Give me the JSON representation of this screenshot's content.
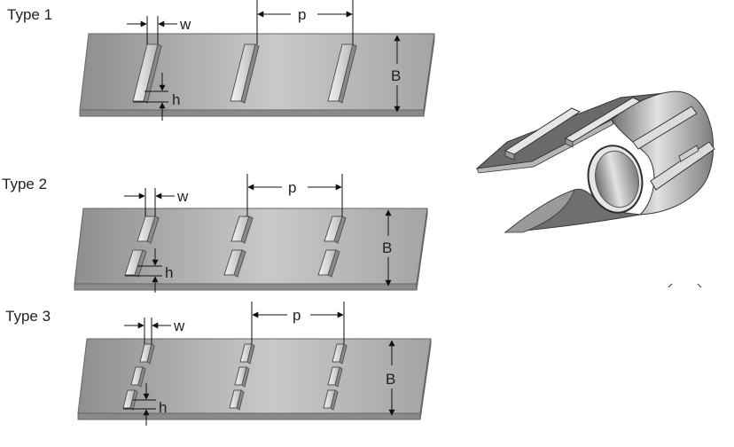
{
  "diagram": {
    "strips": [
      {
        "type_label": "Type 1",
        "labels": {
          "w": "w",
          "p": "p",
          "h": "h",
          "B": "B"
        }
      },
      {
        "type_label": "Type 2",
        "labels": {
          "w": "w",
          "p": "p",
          "h": "h",
          "B": "B"
        }
      },
      {
        "type_label": "Type 3",
        "labels": {
          "w": "w",
          "p": "p",
          "h": "h",
          "B": "B"
        }
      }
    ],
    "colors": {
      "strip_top": "#a9a9a9",
      "strip_light": "#d0d0d0",
      "strip_edge": "#7c7c7c",
      "rib_light": "#ededed",
      "rib_dark": "#8a8a8a",
      "roll_dark": "#555555",
      "line": "#111111"
    }
  }
}
